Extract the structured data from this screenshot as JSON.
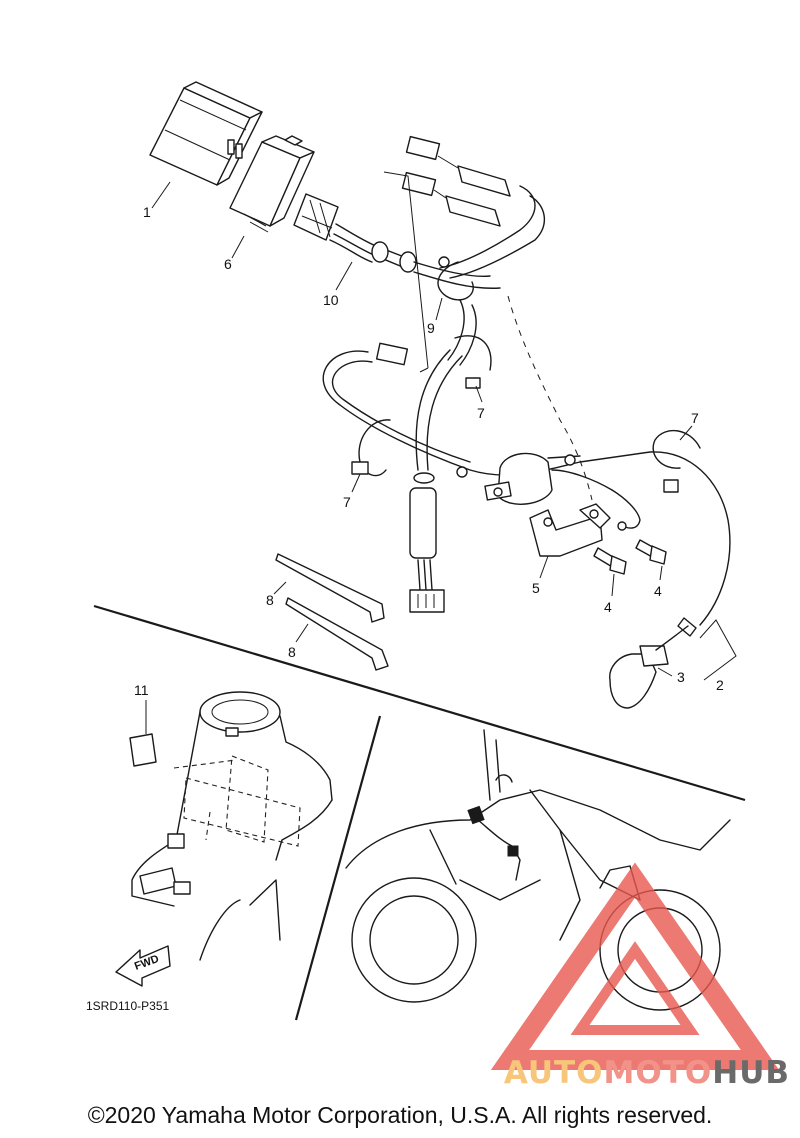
{
  "diagram": {
    "callouts": {
      "c1": "1",
      "c2": "2",
      "c3": "3",
      "c4a": "4",
      "c4b": "4",
      "c5": "5",
      "c6": "6",
      "c7a": "7",
      "c7b": "7",
      "c7c": "7",
      "c8a": "8",
      "c8b": "8",
      "c9": "9",
      "c10": "10",
      "c11": "11"
    },
    "fwd_label": "FWD",
    "drawing_code": "1SRD110-P351"
  },
  "watermark": {
    "part1": "AUTO",
    "part2": "MOTO",
    "part3": "HUB",
    "colors": {
      "auto": "#f7c67a",
      "moto": "#f2938a",
      "hub": "#6a6a6a",
      "triangle": "#e8584f"
    }
  },
  "footer": {
    "copyright": "©2020 Yamaha Motor Corporation, U.S.A. All rights reserved."
  }
}
